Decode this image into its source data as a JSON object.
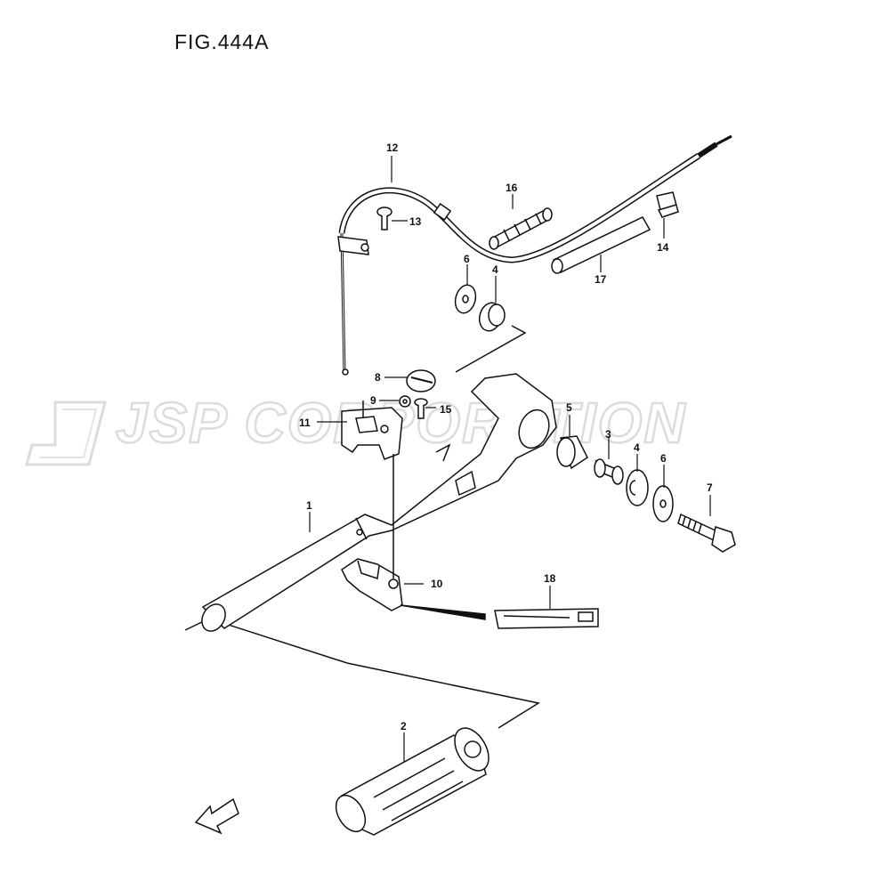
{
  "figure": {
    "title": "FIG.444A"
  },
  "watermark": {
    "text": "JSP CORPORATION"
  },
  "callouts": {
    "c1": "1",
    "c2": "2",
    "c3": "3",
    "c4a": "4",
    "c4b": "4",
    "c5": "5",
    "c6a": "6",
    "c6b": "6",
    "c7": "7",
    "c8": "8",
    "c9": "9",
    "c10": "10",
    "c11": "11",
    "c12": "12",
    "c13": "13",
    "c14": "14",
    "c15": "15",
    "c16": "16",
    "c17": "17",
    "c18": "18"
  },
  "icons": {
    "direction_arrow": "front-direction-arrow-icon"
  }
}
